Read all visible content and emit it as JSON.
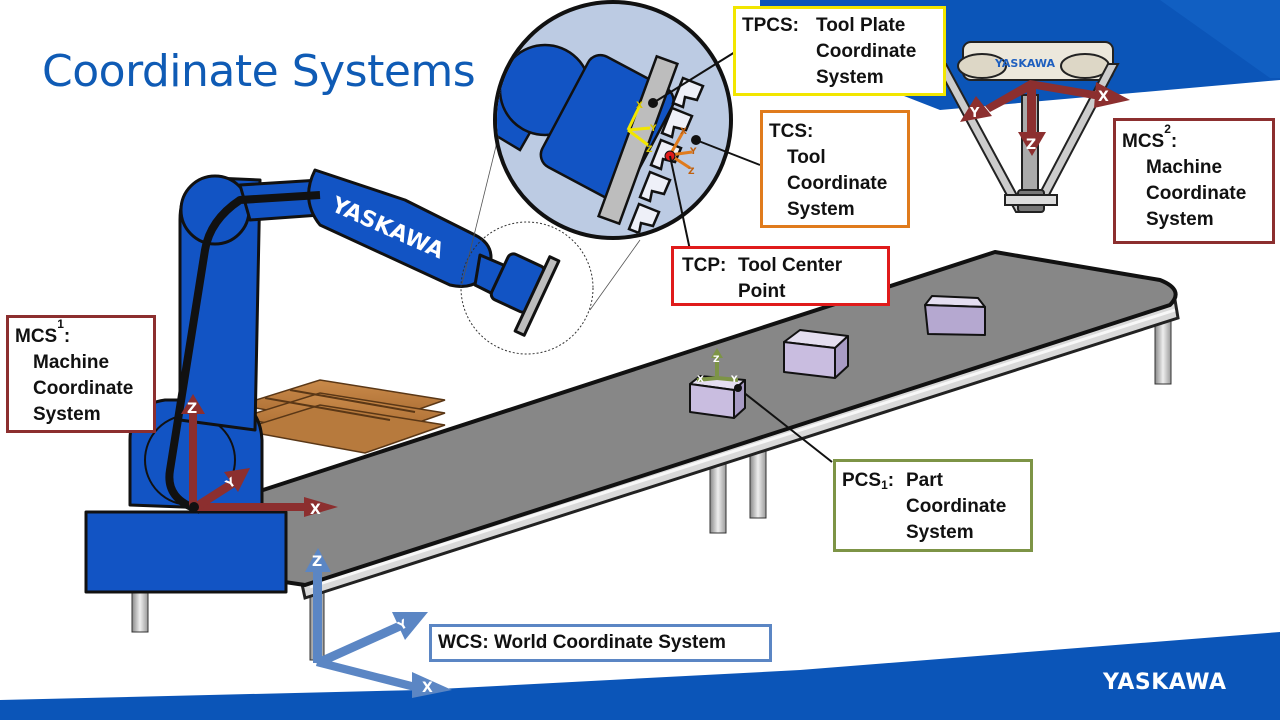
{
  "slide": {
    "title": "Coordinate Systems",
    "footer_logo": "YASKAWA",
    "colors": {
      "brand_blue": "#0b55b8",
      "title_blue": "#0f5bb5",
      "robot_blue": "#1254c4",
      "mcs_red": "#8c2f2f",
      "wcs_blue": "#5b86c4",
      "tpcs_yellow": "#f2e600",
      "tcs_orange": "#e07b1c",
      "tcp_red": "#e01b1b",
      "pcs_green": "#7d9446",
      "belt_gray": "#8a8a8a",
      "part_lavender": "#c9bde0"
    }
  },
  "robot": {
    "arm_brand": "YASKAWA",
    "delta_brand": "YASKAWA"
  },
  "labels": {
    "tpcs": {
      "abbr": "TPCS:",
      "lines": [
        "Tool Plate",
        "Coordinate",
        "System"
      ]
    },
    "tcs": {
      "abbr": "TCS:",
      "lines": [
        "Tool",
        "Coordinate",
        "System"
      ]
    },
    "tcp": {
      "abbr": "TCP:",
      "lines": [
        "Tool Center",
        "Point"
      ]
    },
    "mcs2": {
      "abbr": "MCS",
      "sub": "2",
      "colon": ":",
      "lines": [
        "Machine",
        "Coordinate",
        "System"
      ]
    },
    "mcs1": {
      "abbr": "MCS",
      "sub": "1",
      "colon": ":",
      "lines": [
        "Machine",
        "Coordinate",
        "System"
      ]
    },
    "pcs1": {
      "abbr": "PCS",
      "sub": "1",
      "colon": ":",
      "lines": [
        "Part",
        "Coordinate",
        "System"
      ]
    },
    "wcs": {
      "abbr": "WCS:",
      "lines": [
        "World Coordinate System"
      ]
    }
  },
  "axes": {
    "mcs1": {
      "x": "X",
      "y": "Y",
      "z": "Z"
    },
    "mcs2": {
      "x": "X",
      "y": "Y",
      "z": "Z"
    },
    "wcs": {
      "x": "X",
      "y": "Y",
      "z": "Z"
    },
    "pcs1": {
      "x": "X",
      "y": "Y",
      "z": "Z"
    },
    "tpcs": {
      "x": "X",
      "y": "Y",
      "z": "Z"
    },
    "tcs": {
      "x": "X",
      "y": "Y",
      "z": "Z"
    }
  }
}
